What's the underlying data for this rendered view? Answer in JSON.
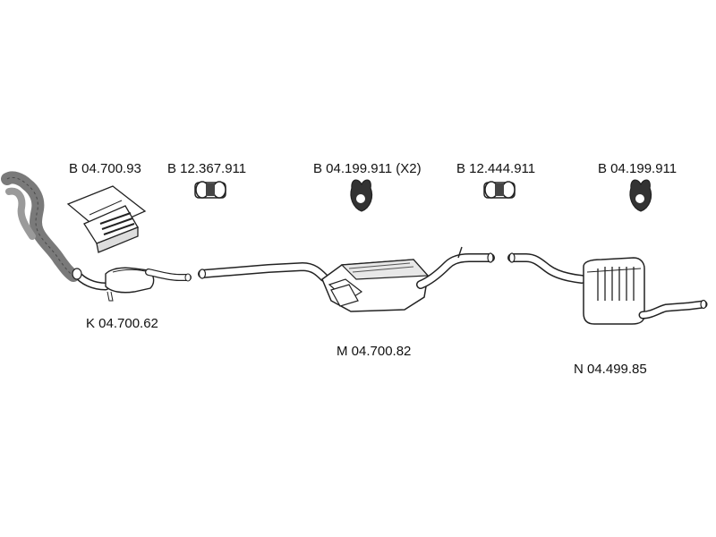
{
  "labels": {
    "mounting_kit": "B 04.700.93",
    "clamp_1": "B 12.367.911",
    "rubber_mount_x2": "B 04.199.911 (X2)",
    "clamp_2": "B 12.444.911",
    "rubber_mount": "B 04.199.911",
    "front_pipe_cat": "K 04.700.62",
    "middle_silencer": "M 04.700.82",
    "rear_silencer": "N 04.499.85"
  },
  "colors": {
    "line": "#222222",
    "fill": "#ffffff",
    "shade": "#8a8a8a",
    "dark": "#333333"
  }
}
